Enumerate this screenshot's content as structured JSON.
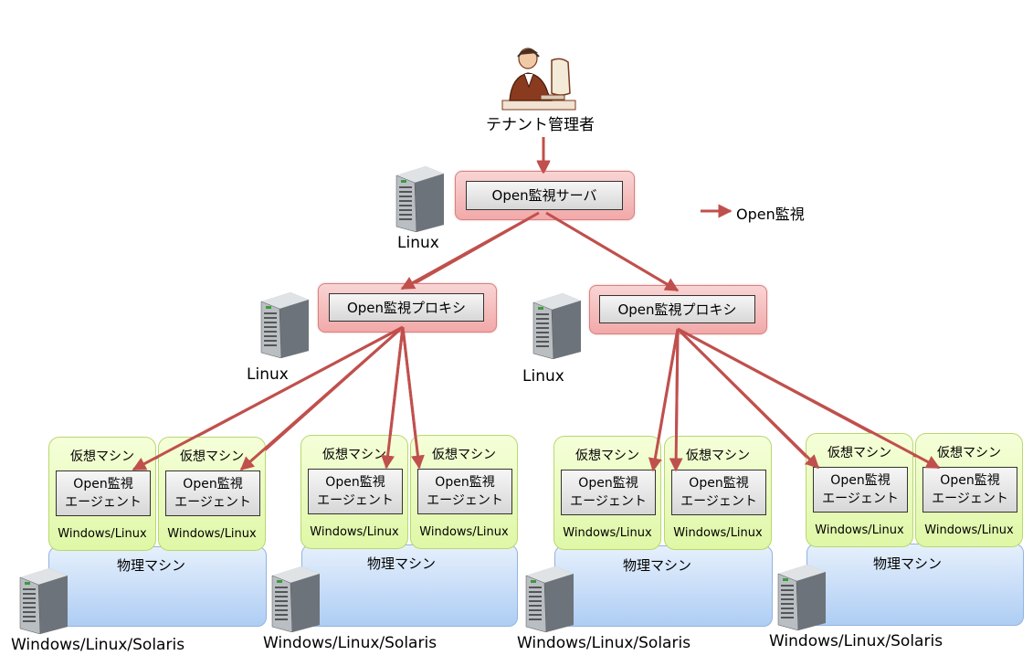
{
  "admin_label": "テナント管理者",
  "server": {
    "label": "Open監視サーバ",
    "os": "Linux"
  },
  "legend": {
    "label": "Open監視"
  },
  "proxies": [
    {
      "label": "Open監視プロキシ",
      "os": "Linux"
    },
    {
      "label": "Open監視プロキシ",
      "os": "Linux"
    }
  ],
  "physical_groups": [
    {
      "label": "物理マシン",
      "os": "Windows/Linux/Solaris",
      "vms": [
        {
          "label": "仮想マシン",
          "agent_line1": "Open監視",
          "agent_line2": "エージェント",
          "os": "Windows/Linux"
        },
        {
          "label": "仮想マシン",
          "agent_line1": "Open監視",
          "agent_line2": "エージェント",
          "os": "Windows/Linux"
        }
      ]
    },
    {
      "label": "物理マシン",
      "os": "Windows/Linux/Solaris",
      "vms": [
        {
          "label": "仮想マシン",
          "agent_line1": "Open監視",
          "agent_line2": "エージェント",
          "os": "Windows/Linux"
        },
        {
          "label": "仮想マシン",
          "agent_line1": "Open監視",
          "agent_line2": "エージェント",
          "os": "Windows/Linux"
        }
      ]
    },
    {
      "label": "物理マシン",
      "os": "Windows/Linux/Solaris",
      "vms": [
        {
          "label": "仮想マシン",
          "agent_line1": "Open監視",
          "agent_line2": "エージェント",
          "os": "Windows/Linux"
        },
        {
          "label": "仮想マシン",
          "agent_line1": "Open監視",
          "agent_line2": "エージェント",
          "os": "Windows/Linux"
        }
      ]
    },
    {
      "label": "物理マシン",
      "os": "Windows/Linux/Solaris",
      "vms": [
        {
          "label": "仮想マシン",
          "agent_line1": "Open監視",
          "agent_line2": "エージェント",
          "os": "Windows/Linux"
        },
        {
          "label": "仮想マシン",
          "agent_line1": "Open監視",
          "agent_line2": "エージェント",
          "os": "Windows/Linux"
        }
      ]
    }
  ],
  "colors": {
    "arrow": "#c0504d",
    "proxy_fill": "#f2a9a9",
    "vm_fill": "#dff7a6",
    "physical_fill": "#aecdf4"
  }
}
